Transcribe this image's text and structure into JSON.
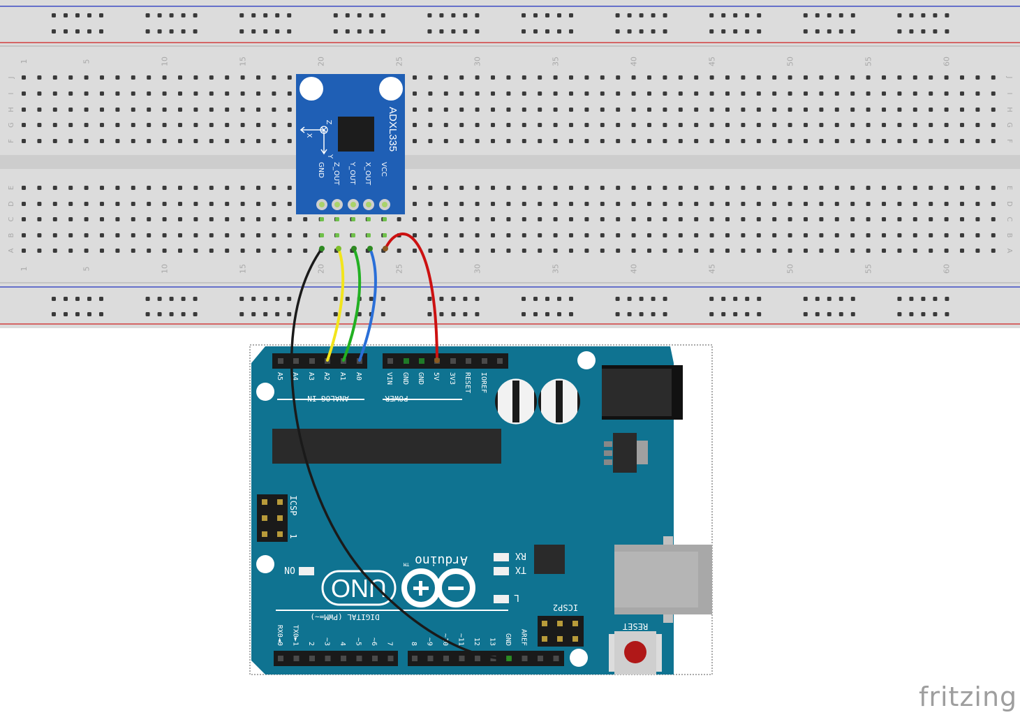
{
  "breadboard": {
    "column_numbers": [
      "1",
      "5",
      "10",
      "15",
      "20",
      "25",
      "30",
      "35",
      "40",
      "45",
      "50",
      "55",
      "60"
    ],
    "rows_top": [
      "J",
      "I",
      "H",
      "G",
      "F"
    ],
    "rows_bottom": [
      "E",
      "D",
      "C",
      "B",
      "A"
    ]
  },
  "sensor": {
    "name": "ADXL335",
    "pins": [
      "GND",
      "Z_OUT",
      "Y_OUT",
      "X_OUT",
      "VCC"
    ],
    "axis_x": "X",
    "axis_y": "Y",
    "axis_z": "Z"
  },
  "arduino": {
    "analog_pins": [
      "A5",
      "A4",
      "A3",
      "A2",
      "A1",
      "A0"
    ],
    "analog_label": "ANALOG IN",
    "power_pins": [
      "VIN",
      "GND",
      "GND",
      "5V",
      "3V3",
      "RESET",
      "IOREF"
    ],
    "power_label": "POWER",
    "icsp_label": "ICSP",
    "icsp_one": "1",
    "icsp2_label": "ICSP2",
    "logo_text": "Arduino",
    "tm": "TM",
    "uno": "UNO",
    "on_label": "ON",
    "rx": "RX",
    "tx": "TX",
    "l_label": "L",
    "digital_label": "DIGITAL (PWM=~)",
    "digital_pins": [
      "RX0◄0",
      "TX0►1",
      "2",
      "~3",
      "4",
      "~5",
      "~6",
      "7",
      "8",
      "~9",
      "~10",
      "~11",
      "12",
      "13",
      "GND",
      "AREF"
    ],
    "reset_label": "RESET"
  },
  "brand": "fritzing",
  "colors": {
    "board_blue": "#0f7391",
    "sensor_blue": "#1f5fb5",
    "breadboard": "#dcdcdc",
    "wire_black": "#1a1a1a",
    "wire_yellow": "#f2e51c",
    "wire_green": "#22b022",
    "wire_blue": "#2a6fd8",
    "wire_red": "#cc1111"
  }
}
